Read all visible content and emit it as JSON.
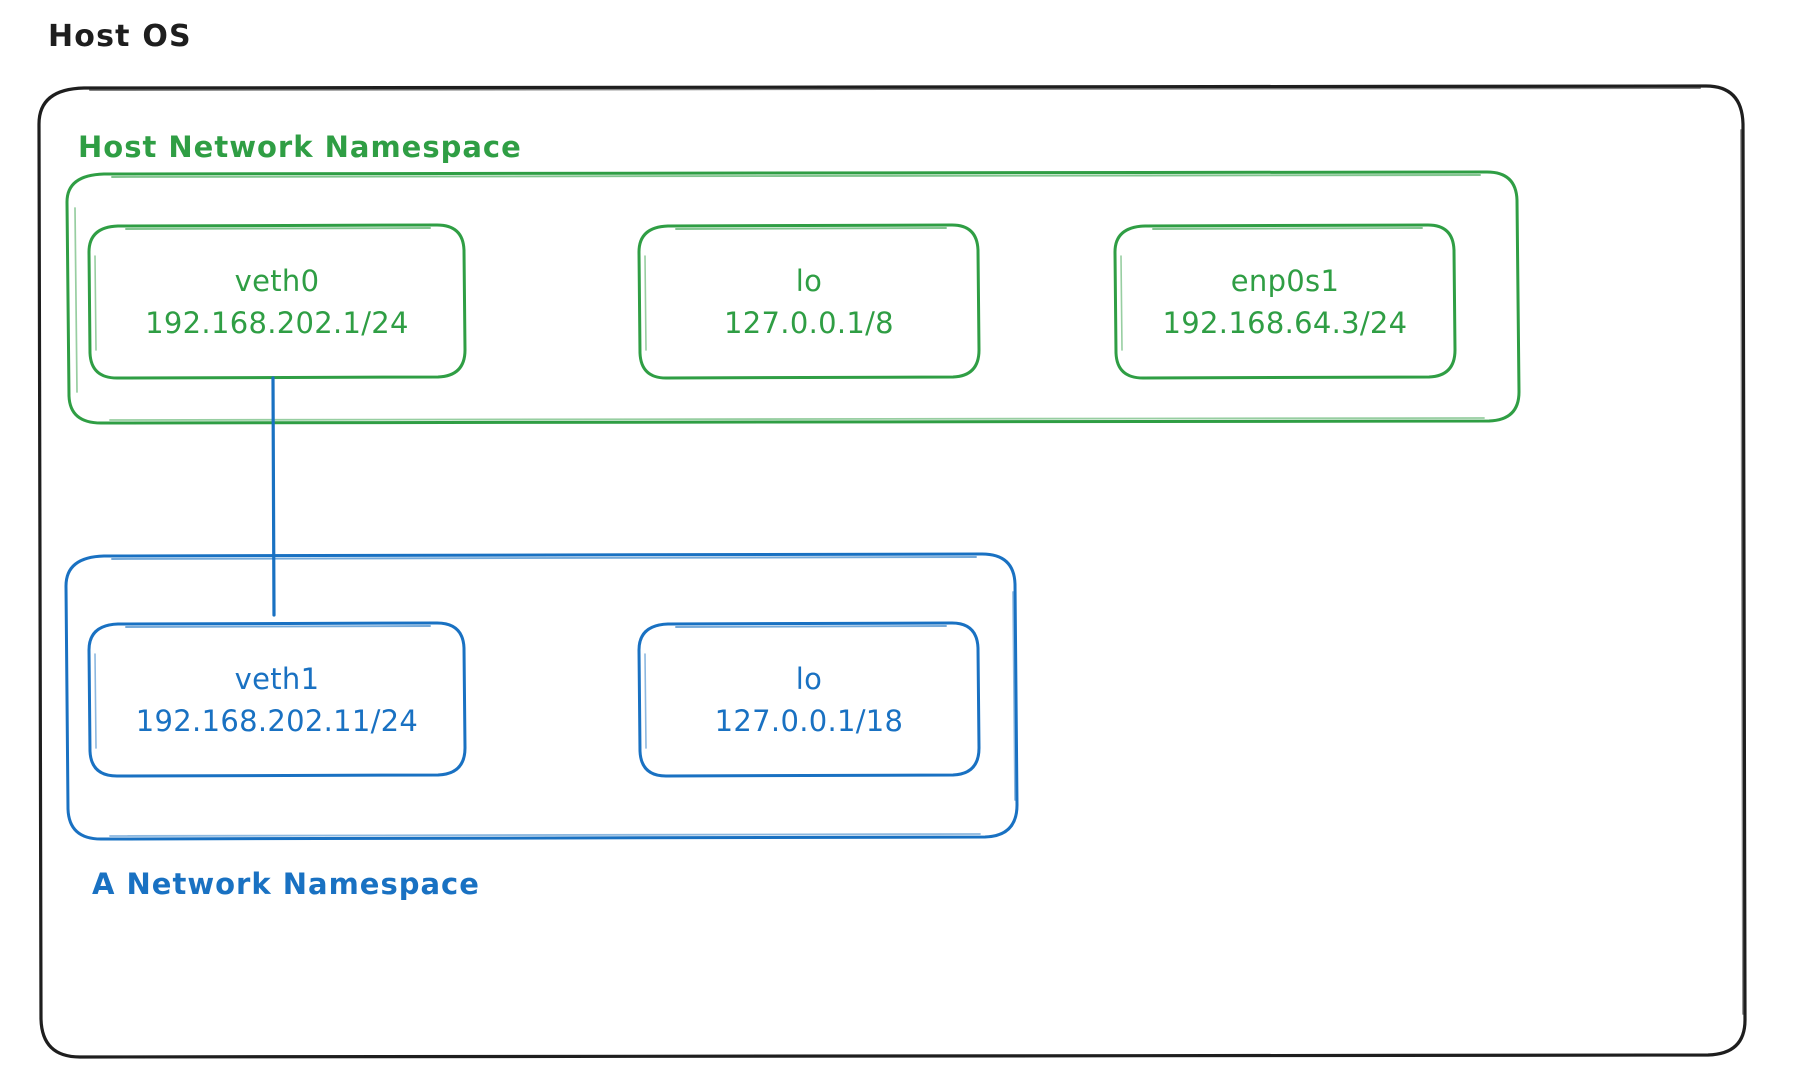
{
  "diagram": {
    "title": "Host OS",
    "style": "hand-drawn",
    "colors": {
      "black": "#1e1e1e",
      "green": "#2f9e44",
      "blue": "#1971c2",
      "background": "#ffffff"
    }
  },
  "host_os": {
    "label": "Host OS"
  },
  "host_namespace": {
    "label": "Host Network Namespace",
    "color": "#2f9e44",
    "interfaces": [
      {
        "name": "veth0",
        "address": "192.168.202.1/24"
      },
      {
        "name": "lo",
        "address": "127.0.0.1/8"
      },
      {
        "name": "enp0s1",
        "address": "192.168.64.3/24"
      }
    ]
  },
  "a_namespace": {
    "label": "A Network Namespace",
    "color": "#1971c2",
    "interfaces": [
      {
        "name": "veth1",
        "address": "192.168.202.11/24"
      },
      {
        "name": "lo",
        "address": "127.0.0.1/18"
      }
    ]
  },
  "connection": {
    "from": "veth0",
    "to": "veth1",
    "color": "#1971c2"
  }
}
